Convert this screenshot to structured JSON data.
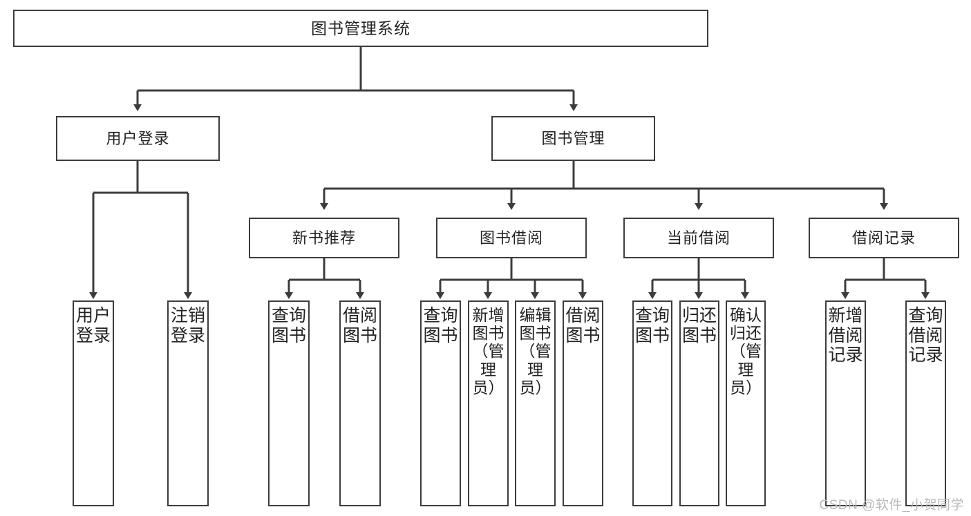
{
  "diagram": {
    "type": "tree",
    "title": "图书管理系统",
    "root": {
      "id": "root",
      "label": "图书管理系统"
    },
    "level1": [
      {
        "id": "user-login",
        "label": "用户登录"
      },
      {
        "id": "book-manage",
        "label": "图书管理"
      }
    ],
    "level2": [
      {
        "id": "new-book-recommend",
        "label": "新书推荐",
        "parent": "book-manage"
      },
      {
        "id": "book-borrow",
        "label": "图书借阅",
        "parent": "book-manage"
      },
      {
        "id": "current-borrow",
        "label": "当前借阅",
        "parent": "book-manage"
      },
      {
        "id": "borrow-record",
        "label": "借阅记录",
        "parent": "book-manage"
      }
    ],
    "leaves": [
      {
        "id": "leaf-user-login",
        "label": "用户登录",
        "parent": "user-login"
      },
      {
        "id": "leaf-logout-login",
        "label": "注销登录",
        "parent": "user-login"
      },
      {
        "id": "leaf-query-book-1",
        "label": "查询图书",
        "parent": "new-book-recommend"
      },
      {
        "id": "leaf-borrow-book-1",
        "label": "借阅图书",
        "parent": "new-book-recommend"
      },
      {
        "id": "leaf-query-book-2",
        "label": "查询图书",
        "parent": "book-borrow"
      },
      {
        "id": "leaf-add-book",
        "label": "新增图书（管理员）",
        "parent": "book-borrow"
      },
      {
        "id": "leaf-edit-book",
        "label": "编辑图书（管理员）",
        "parent": "book-borrow"
      },
      {
        "id": "leaf-borrow-book-2",
        "label": "借阅图书",
        "parent": "book-borrow"
      },
      {
        "id": "leaf-query-book-3",
        "label": "查询图书",
        "parent": "current-borrow"
      },
      {
        "id": "leaf-return-book",
        "label": "归还图书",
        "parent": "current-borrow"
      },
      {
        "id": "leaf-confirm-return",
        "label": "确认归还（管理员）",
        "parent": "current-borrow"
      },
      {
        "id": "leaf-add-record",
        "label": "新增借阅记录",
        "parent": "borrow-record"
      },
      {
        "id": "leaf-query-record",
        "label": "查询借阅记录",
        "parent": "borrow-record"
      }
    ],
    "colors": {
      "stroke": "#3c3c3c",
      "fill": "#ffffff",
      "text": "#222222",
      "watermark": "#b9b9b9"
    }
  },
  "watermark": {
    "text": "CSDN @软件_小贺同学"
  }
}
